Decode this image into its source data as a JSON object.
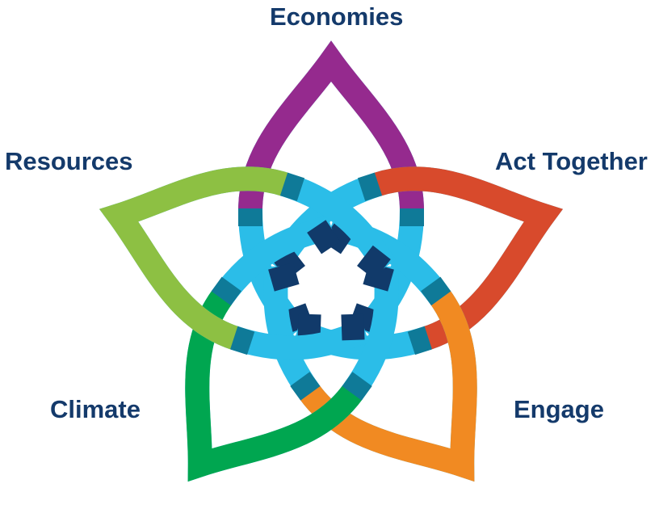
{
  "labels": {
    "economies": "Economies",
    "act_together": "Act Together",
    "resources": "Resources",
    "climate": "Climate",
    "engage": "Engage"
  },
  "colors": {
    "economies": "#952a8e",
    "act_together": "#d84a2c",
    "engage": "#f18a22",
    "climate": "#00a650",
    "resources": "#8dc043",
    "inner": "#2bbde8",
    "overlap": "#0f7a98",
    "center": "#113a6a",
    "text": "#143a6b"
  }
}
